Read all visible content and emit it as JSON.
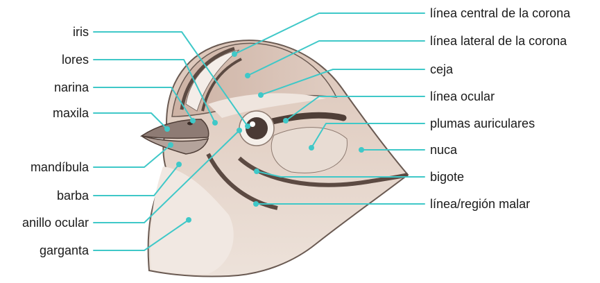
{
  "colors": {
    "leader": "#3fc8c8",
    "plumage_light": "#ece1d9",
    "plumage_mid": "#d3b9ab",
    "plumage_dark": "#5c4a42",
    "beak": "#8e7b74",
    "stroke": "#6a5a52"
  },
  "labels": {
    "right": [
      "línea central de la corona",
      "línea lateral de la corona",
      "ceja",
      "línea ocular",
      "plumas auriculares",
      "nuca",
      "bigote",
      "línea/región malar"
    ],
    "left": [
      "iris",
      "lores",
      "narina",
      "maxila",
      "mandíbula",
      "barba",
      "anillo ocular",
      "garganta"
    ]
  }
}
